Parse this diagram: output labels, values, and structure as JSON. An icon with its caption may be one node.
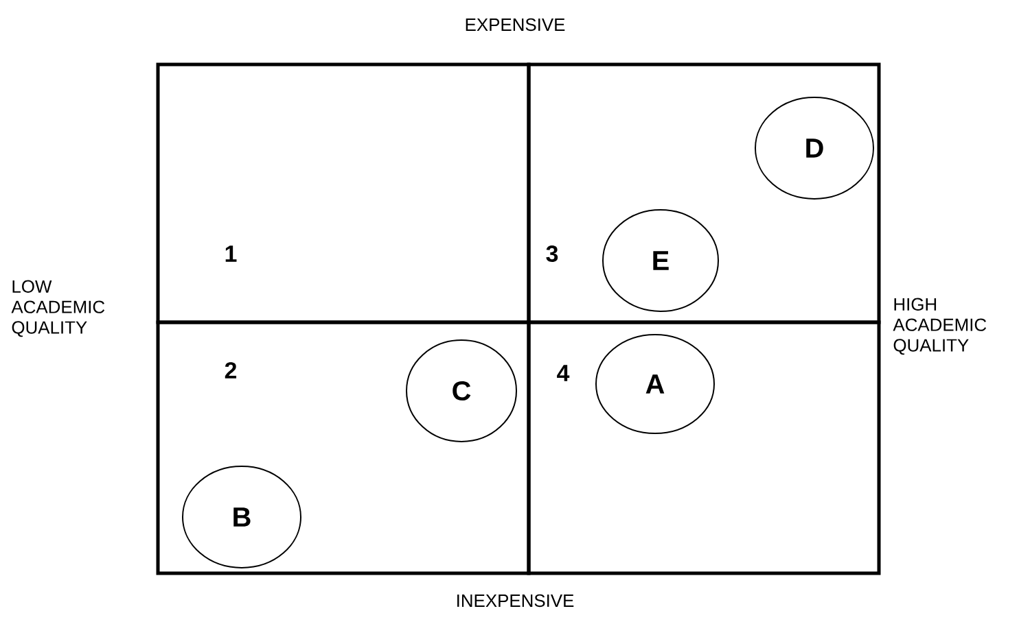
{
  "diagram": {
    "nodes": [
      {
        "text": [
          "1"
        ]
      },
      {
        "text": [
          "3"
        ]
      },
      {
        "text": [
          "D"
        ],
        "in": 1
      },
      {
        "text": [
          "E"
        ],
        "in": 1
      },
      {
        "text": [
          "2"
        ]
      },
      {
        "text": [
          "C"
        ],
        "in": 4
      },
      {
        "text": [
          "B"
        ],
        "in": 4
      },
      {
        "text": [
          "4"
        ]
      },
      {
        "text": [
          "A"
        ],
        "in": 7
      }
    ],
    "labels": [
      "EXPENSIVE",
      "LOW ACADEMIC QUALITY",
      "HIGH ACADEMIC QUALITY",
      "INEXPENSIVE"
    ]
  }
}
